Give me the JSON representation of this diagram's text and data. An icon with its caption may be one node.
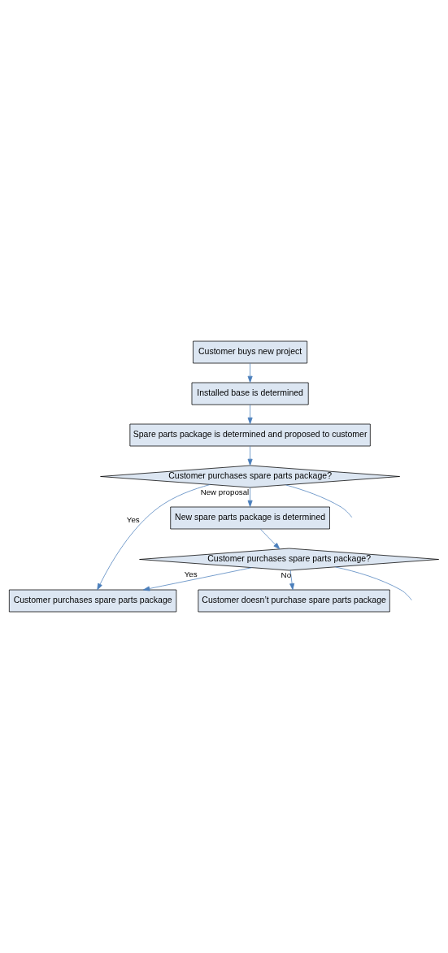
{
  "diagram": {
    "nodes": [
      {
        "text": [
          "Customer buys new project"
        ]
      },
      {
        "text": [
          "Installed base is determined"
        ]
      },
      {
        "text": [
          "Spare parts package is determined and proposed to customer"
        ]
      },
      {
        "text": [
          "Customer purchases spare parts package?"
        ]
      },
      {
        "text": [
          "New spare parts package is determined"
        ]
      },
      {
        "text": [
          "Customer purchases spare parts package?"
        ]
      },
      {
        "text": [
          "Customer purchases spare parts package"
        ]
      },
      {
        "text": [
          "Customer doesn’t purchase spare parts package"
        ]
      }
    ],
    "edges": [
      {
        "from": 0,
        "to": 1,
        "arrow": "to"
      },
      {
        "from": 1,
        "to": 2,
        "arrow": "to"
      },
      {
        "from": 2,
        "to": 3,
        "arrow": "to"
      },
      {
        "from": 3,
        "to": 4,
        "arrow": "to",
        "label": "New proposal"
      },
      {
        "from": 3,
        "to": null,
        "arrow": "none"
      },
      {
        "from": 3,
        "to": 6,
        "arrow": "to",
        "label": "Yes"
      },
      {
        "from": 4,
        "to": 5,
        "arrow": "to"
      },
      {
        "from": 5,
        "to": 6,
        "arrow": "to",
        "label": "Yes"
      },
      {
        "from": 5,
        "to": null,
        "arrow": "none"
      },
      {
        "from": 5,
        "to": 7,
        "arrow": "to",
        "label": "No"
      }
    ]
  }
}
